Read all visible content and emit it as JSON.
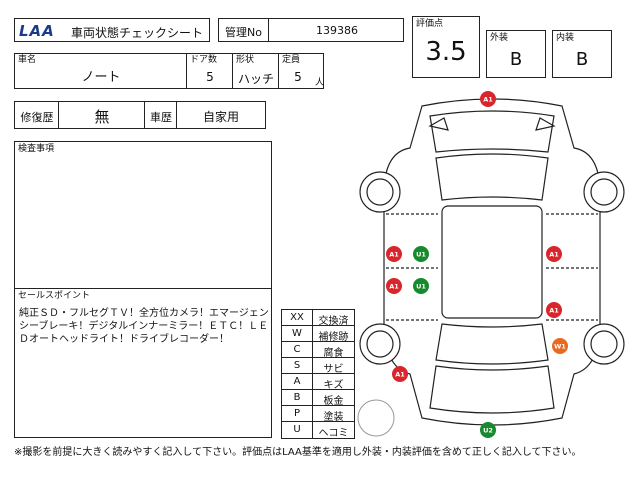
{
  "header": {
    "logo": "LAA",
    "title": "車両状態チェックシート",
    "mgmt_label": "管理No",
    "mgmt_no": "139386"
  },
  "score": {
    "label": "評価点",
    "value": "3.5",
    "exterior_label": "外装",
    "exterior": "B",
    "interior_label": "内装",
    "interior": "B"
  },
  "vehicle": {
    "name_label": "車名",
    "name": "ノート",
    "doors_label": "ドア数",
    "doors": "5",
    "shape_label": "形状",
    "shape": "ハッチ",
    "capacity_label": "定員",
    "capacity": "5",
    "capacity_unit": "人"
  },
  "history": {
    "repair_label": "修復歴",
    "repair": "無",
    "usage_label": "車歴",
    "usage": "自家用"
  },
  "inspection": {
    "label": "検査事項",
    "text": ""
  },
  "sales": {
    "label": "セールスポイント",
    "text": "純正ＳＤ・フルセグＴＶ！全方位カメラ！エマージェンシーブレーキ！デジタルインナーミラー！ＥＴＣ！ＬＥＤオートヘッドライト！ドライブレコーダー！"
  },
  "legend": [
    {
      "code": "XX",
      "desc": "交換済"
    },
    {
      "code": "W",
      "desc": "補修跡"
    },
    {
      "code": "C",
      "desc": "腐食"
    },
    {
      "code": "S",
      "desc": "サビ"
    },
    {
      "code": "A",
      "desc": "キズ"
    },
    {
      "code": "B",
      "desc": "板金"
    },
    {
      "code": "P",
      "desc": "塗装"
    },
    {
      "code": "U",
      "desc": "ヘコミ"
    }
  ],
  "footer": "※撮影を前提に大きく読みやすく記入して下さい。評価点はLAA基準を適用し外装・内装評価を含めて正しく記入して下さい。",
  "colors": {
    "red": "#d9262c",
    "green": "#178a2e",
    "orange": "#e8691f"
  },
  "damage_markers": [
    {
      "id": "m1",
      "label": "A1",
      "color": "red"
    },
    {
      "id": "m2",
      "label": "A1",
      "color": "red"
    },
    {
      "id": "m3",
      "label": "U1",
      "color": "green"
    },
    {
      "id": "m4",
      "label": "A1",
      "color": "red"
    },
    {
      "id": "m5",
      "label": "A1",
      "color": "red"
    },
    {
      "id": "m6",
      "label": "U1",
      "color": "green"
    },
    {
      "id": "m7",
      "label": "A1",
      "color": "red"
    },
    {
      "id": "m8",
      "label": "W1",
      "color": "orange"
    },
    {
      "id": "m9",
      "label": "A1",
      "color": "red"
    },
    {
      "id": "m10",
      "label": "U2",
      "color": "green"
    }
  ]
}
